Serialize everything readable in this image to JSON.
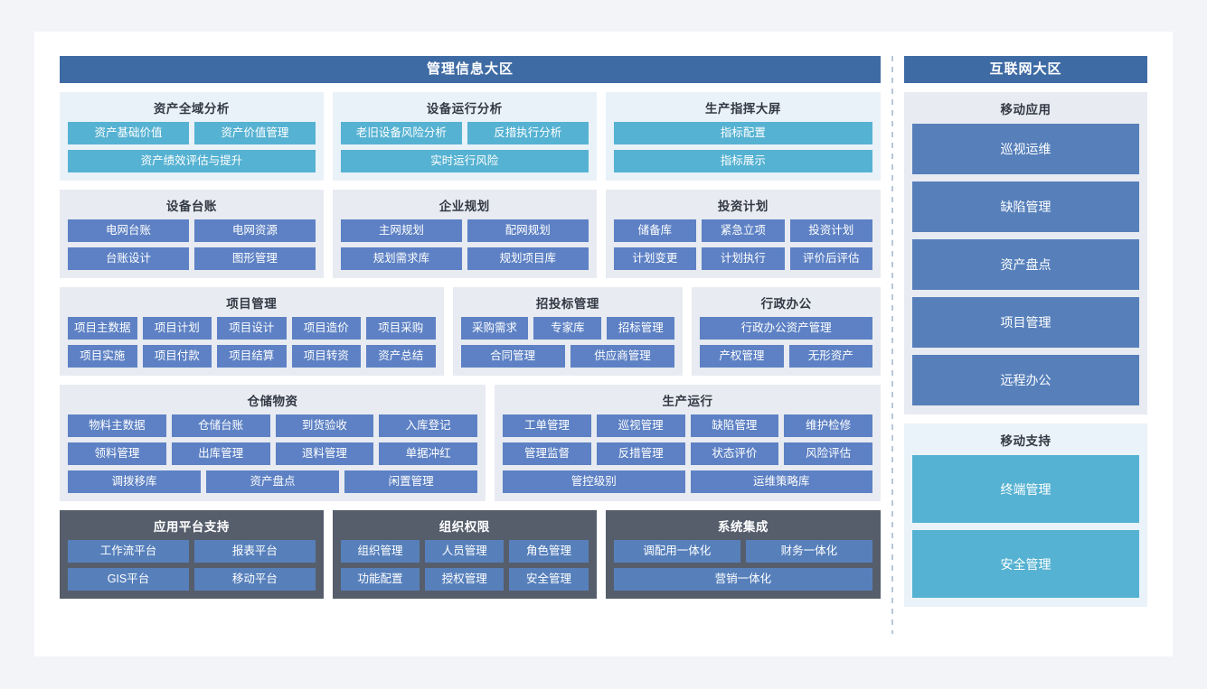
{
  "left_zone": {
    "title": "管理信息大区",
    "rows": [
      {
        "cards": [
          {
            "title": "资产全域分析",
            "style": "light-blue",
            "tile_style": "cyan",
            "flex": 287,
            "tile_rows": [
              [
                "资产基础价值",
                "资产价值管理"
              ],
              [
                "资产绩效评估与提升"
              ]
            ]
          },
          {
            "title": "设备运行分析",
            "style": "light-blue",
            "tile_style": "cyan",
            "flex": 287,
            "tile_rows": [
              [
                "老旧设备风险分析",
                "反措执行分析"
              ],
              [
                "实时运行风险"
              ]
            ]
          },
          {
            "title": "生产指挥大屏",
            "style": "light-blue",
            "tile_style": "cyan",
            "flex": 300,
            "tile_rows": [
              [
                "指标配置"
              ],
              [
                "指标展示"
              ]
            ]
          }
        ]
      },
      {
        "cards": [
          {
            "title": "设备台账",
            "style": "light-grey",
            "tile_style": "blue",
            "flex": 287,
            "tile_rows": [
              [
                "电网台账",
                "电网资源"
              ],
              [
                "台账设计",
                "图形管理"
              ]
            ]
          },
          {
            "title": "企业规划",
            "style": "light-grey",
            "tile_style": "blue",
            "flex": 287,
            "tile_rows": [
              [
                "主网规划",
                "配网规划"
              ],
              [
                "规划需求库",
                "规划项目库"
              ]
            ]
          },
          {
            "title": "投资计划",
            "style": "light-grey",
            "tile_style": "blue",
            "flex": 300,
            "tile_rows": [
              [
                "储备库",
                "紧急立项",
                "投资计划"
              ],
              [
                "计划变更",
                "计划执行",
                "评价后评估"
              ]
            ]
          }
        ]
      },
      {
        "cards": [
          {
            "title": "项目管理",
            "style": "light-grey",
            "tile_style": "blue",
            "flex": 426,
            "tile_rows": [
              [
                "项目主数据",
                "项目计划",
                "项目设计",
                "项目造价",
                "项目采购"
              ],
              [
                "项目实施",
                "项目付款",
                "项目结算",
                "项目转资",
                "资产总结"
              ]
            ]
          },
          {
            "title": "招投标管理",
            "style": "light-grey",
            "tile_style": "blue",
            "flex": 248,
            "tile_rows": [
              [
                "采购需求",
                "专家库",
                "招标管理"
              ],
              [
                "合同管理",
                "供应商管理"
              ]
            ]
          },
          {
            "title": "行政办公",
            "style": "light-grey",
            "tile_style": "blue",
            "flex": 200,
            "tile_rows": [
              [
                "行政办公资产管理"
              ],
              [
                "产权管理",
                "无形资产"
              ]
            ]
          }
        ]
      },
      {
        "cards": [
          {
            "title": "仓储物资",
            "style": "light-grey",
            "tile_style": "blue",
            "flex": 472,
            "tile_rows": [
              [
                "物料主数据",
                "仓储台账",
                "到货验收",
                "入库登记"
              ],
              [
                "领料管理",
                "出库管理",
                "退料管理",
                "单据冲红"
              ],
              [
                "调拨移库",
                "资产盘点",
                "闲置管理"
              ]
            ]
          },
          {
            "title": "生产运行",
            "style": "light-grey",
            "tile_style": "blue",
            "flex": 426,
            "tile_rows": [
              [
                "工单管理",
                "巡视管理",
                "缺陷管理",
                "维护检修"
              ],
              [
                "管理监督",
                "反措管理",
                "状态评价",
                "风险评估"
              ],
              [
                "管控级别",
                "运维策略库"
              ]
            ]
          }
        ]
      },
      {
        "cards": [
          {
            "title": "应用平台支持",
            "style": "dark",
            "tile_style": "steel",
            "flex": 287,
            "tile_rows": [
              [
                "工作流平台",
                "报表平台"
              ],
              [
                "GIS平台",
                "移动平台"
              ]
            ]
          },
          {
            "title": "组织权限",
            "style": "dark",
            "tile_style": "steel",
            "flex": 287,
            "tile_rows": [
              [
                "组织管理",
                "人员管理",
                "角色管理"
              ],
              [
                "功能配置",
                "授权管理",
                "安全管理"
              ]
            ]
          },
          {
            "title": "系统集成",
            "style": "dark",
            "tile_style": "steel",
            "flex": 300,
            "tile_rows": [
              [
                "调配用一体化",
                "财务一体化"
              ],
              [
                "营销一体化"
              ]
            ]
          }
        ]
      }
    ]
  },
  "right_zone": {
    "title": "互联网大区",
    "cards": [
      {
        "title": "移动应用",
        "style": "grey",
        "tile_style": "blue",
        "tiles": [
          "巡视运维",
          "缺陷管理",
          "资产盘点",
          "项目管理",
          "远程办公"
        ]
      },
      {
        "title": "移动支持",
        "style": "blue",
        "tile_style": "cyan",
        "tiles": [
          "终端管理",
          "安全管理"
        ]
      }
    ]
  },
  "colors": {
    "zone_header": "#3f6ba4",
    "cyan_tile": "#56b2d2",
    "blue_tile": "#5d81c4",
    "steel_tile": "#5780bb",
    "dark_card": "#565e6c",
    "light_blue_card": "#eaf2f9",
    "light_grey_card": "#e8ebf1",
    "page_bg": "#f3f4f7"
  }
}
